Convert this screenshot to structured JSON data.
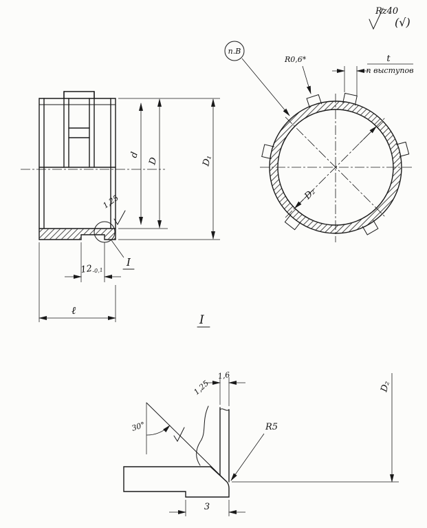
{
  "finish_note": {
    "roughness": "Rz40",
    "alt": "(√)"
  },
  "main_view": {
    "dim_d": "d",
    "dim_D": "D",
    "dim_D1": "D₁",
    "finish": "1,25",
    "groove_width": "12",
    "groove_tolerance": "-0,1",
    "length": "ℓ",
    "detail_marker": "I"
  },
  "section_view": {
    "view_label": "п.В",
    "lug_radius": "R0,6*",
    "pitch": "t",
    "pitch_note": "n выступов",
    "bore_diameter": "D₂"
  },
  "detail_view": {
    "title": "I",
    "lip_thickness": "1,6",
    "finish": "1,25",
    "chamfer_angle": "30°",
    "fillet_radius": "R5",
    "lip_width": "3",
    "diameter": "D₂"
  }
}
